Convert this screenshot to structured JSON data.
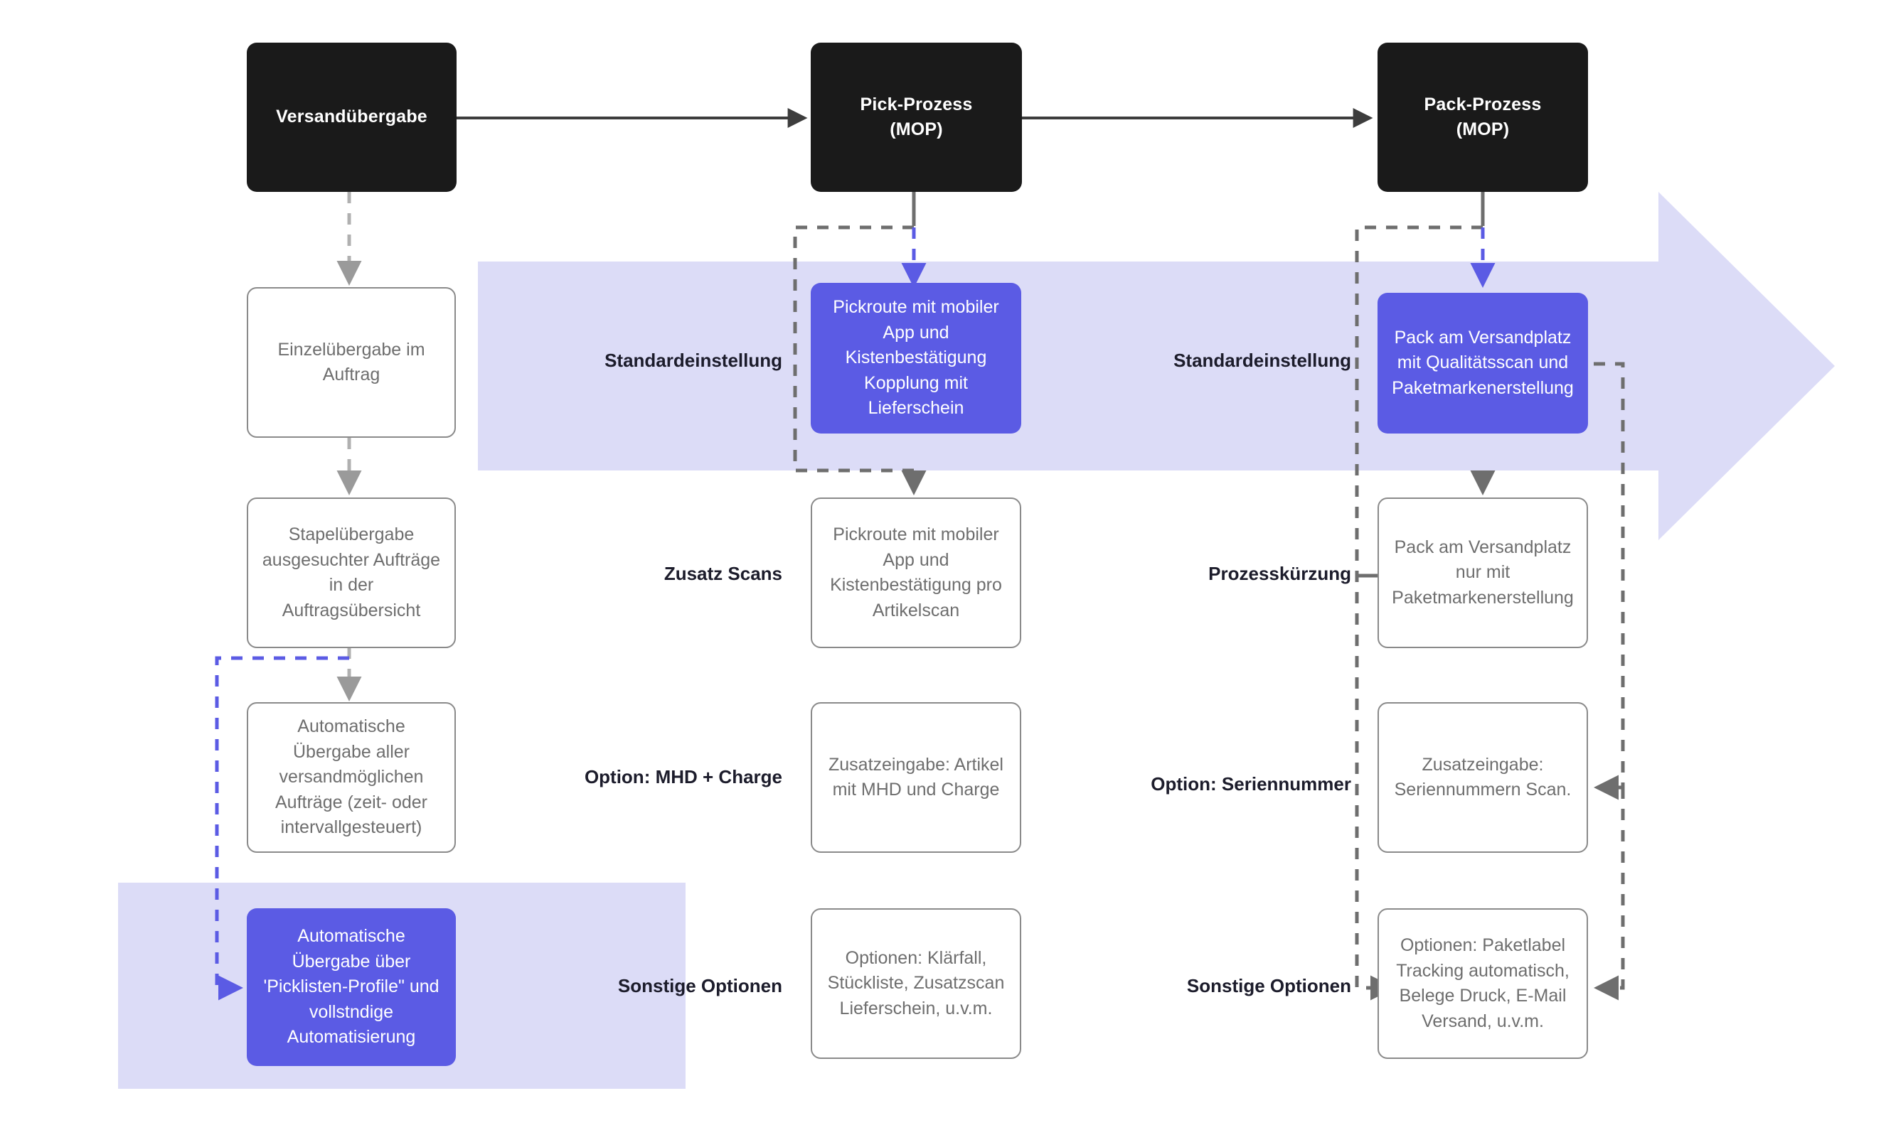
{
  "diagram": {
    "title_nodes": [
      {
        "id": "versanduebergabe",
        "label": "Versandübergabe"
      },
      {
        "id": "pick-prozess",
        "label": "Pick-Prozess\n(MOP)"
      },
      {
        "id": "pack-prozess",
        "label": "Pack-Prozess\n(MOP)"
      }
    ],
    "column_left": [
      {
        "id": "einzeluebergabe",
        "label": "Einzelübergabe im Auftrag",
        "style": "plain"
      },
      {
        "id": "stapeluebergabe",
        "label": "Stapelübergabe ausgesuchter Aufträge in der Auftragsübersicht",
        "style": "plain"
      },
      {
        "id": "auto-uebergabe",
        "label": "Automatische Übergabe aller versandmöglichen Aufträge (zeit- oder intervallgesteuert)",
        "style": "plain"
      },
      {
        "id": "picklisten-profile",
        "label": "Automatische Übergabe über 'Picklisten-Profile\" und vollstndige Automatisierung",
        "style": "accent"
      }
    ],
    "column_middle": [
      {
        "id": "pickroute-standard",
        "label": "Pickroute mit mobiler App und Kistenbestätigung Kopplung mit Lieferschein",
        "style": "accent"
      },
      {
        "id": "pickroute-artikelscan",
        "label": "Pickroute mit mobiler App und Kistenbestätigung pro Artikelscan",
        "style": "plain"
      },
      {
        "id": "zusatzeingabe-mhd",
        "label": "Zusatzeingabe: Artikel mit MHD und Charge",
        "style": "plain"
      },
      {
        "id": "optionen-klaerfall",
        "label": "Optionen: Klärfall, Stückliste, Zusatzscan Lieferschein, u.v.m.",
        "style": "plain"
      }
    ],
    "column_right": [
      {
        "id": "pack-qualitaetsscan",
        "label": "Pack am Versandplatz mit Qualitätsscan und Paketmarkenerstellung",
        "style": "accent"
      },
      {
        "id": "pack-nur-paketmarke",
        "label": "Pack am Versandplatz nur mit Paketmarkenerstellung",
        "style": "plain"
      },
      {
        "id": "zusatzeingabe-serien",
        "label": "Zusatzeingabe: Seriennummern Scan.",
        "style": "plain"
      },
      {
        "id": "optionen-paketlabel",
        "label": "Optionen: Paketlabel Tracking automatisch, Belege Druck, E-Mail Versand, u.v.m.",
        "style": "plain"
      }
    ],
    "row_labels_middle": [
      {
        "id": "standardeinstellung-mitte",
        "label": "Standardeinstellung"
      },
      {
        "id": "zusatz-scans",
        "label": "Zusatz Scans"
      },
      {
        "id": "option-mhd-charge",
        "label": "Option: MHD + Charge"
      },
      {
        "id": "sonstige-optionen-mitte",
        "label": "Sonstige Optionen"
      }
    ],
    "row_labels_right": [
      {
        "id": "standardeinstellung-rechts",
        "label": "Standardeinstellung"
      },
      {
        "id": "prozesskuerzung",
        "label": "Prozesskürzung"
      },
      {
        "id": "option-seriennummer",
        "label": "Option: Seriennummer"
      },
      {
        "id": "sonstige-optionen-rechts",
        "label": "Sonstige Optionen"
      }
    ],
    "colors": {
      "dark_node": "#1a1a1a",
      "accent_node": "#5b5be4",
      "accent_band": "#dcdcf7",
      "plain_border": "#8a8a8a",
      "plain_text": "#6e6e6e",
      "edge_solid": "#3d3d3d",
      "edge_dashed": "#9a9a9a",
      "edge_dashed_dark": "#6e6e6e",
      "edge_accent": "#5b5be4",
      "canvas": "#ffffff"
    }
  }
}
